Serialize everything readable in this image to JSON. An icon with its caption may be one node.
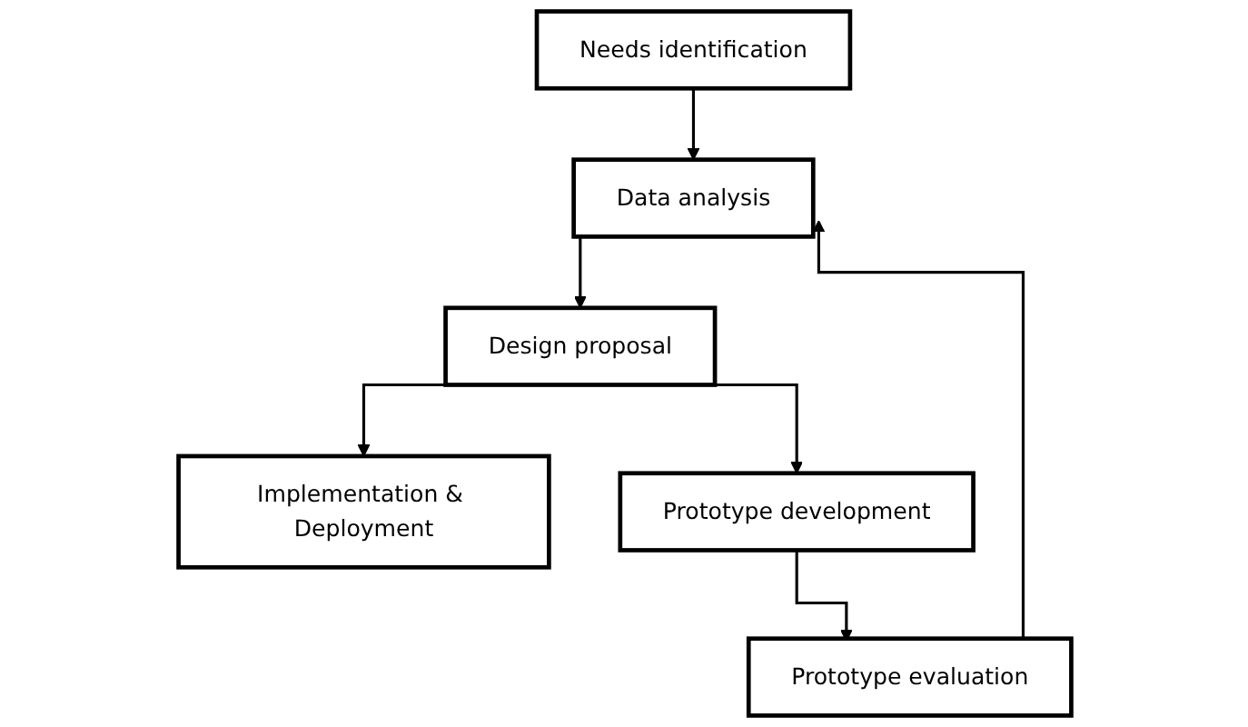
{
  "diagram": {
    "nodes": [
      {
        "text": [
          "Needs identification"
        ]
      },
      {
        "text": [
          "Data analysis"
        ]
      },
      {
        "text": [
          "Design proposal"
        ]
      },
      {
        "text": [
          "Implementation & Deployment"
        ]
      },
      {
        "text": [
          "Prototype development"
        ]
      },
      {
        "text": [
          "Prototype evaluation"
        ]
      }
    ],
    "edges": [
      {
        "from": 0,
        "to": 1,
        "arrow": "to"
      },
      {
        "from": 1,
        "to": 2,
        "arrow": "to"
      },
      {
        "from": 2,
        "to": 3,
        "arrow": "to"
      },
      {
        "from": 2,
        "to": 4,
        "arrow": "to"
      },
      {
        "from": 4,
        "to": 5,
        "arrow": "to"
      },
      {
        "from": 5,
        "to": 1,
        "arrow": "to"
      }
    ]
  }
}
